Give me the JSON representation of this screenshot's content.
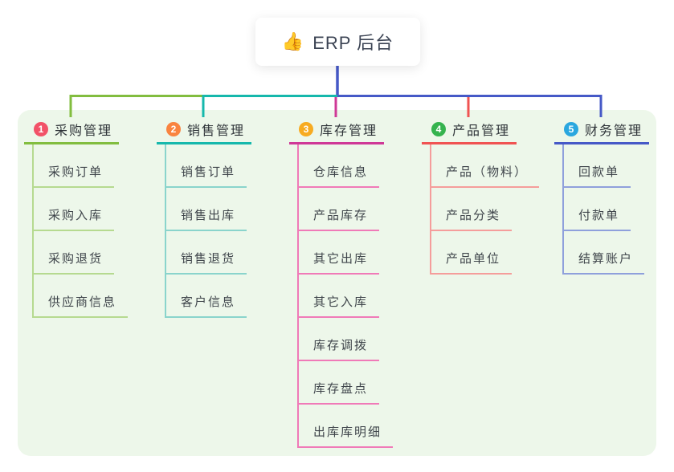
{
  "root": {
    "icon": "👍",
    "title": "ERP 后台"
  },
  "colors": {
    "panel_bg": "#edf7ea",
    "root_connector": "#4659c7"
  },
  "branches": [
    {
      "number": "1",
      "label": "采购管理",
      "badge_color": "#f25268",
      "line_color": "#82bd3f",
      "child_line_color": "#b6da90",
      "children": [
        "采购订单",
        "采购入库",
        "采购退货",
        "供应商信息"
      ]
    },
    {
      "number": "2",
      "label": "销售管理",
      "badge_color": "#f98440",
      "line_color": "#16b8ac",
      "child_line_color": "#8ad4cc",
      "children": [
        "销售订单",
        "销售出库",
        "销售退货",
        "客户信息"
      ]
    },
    {
      "number": "3",
      "label": "库存管理",
      "badge_color": "#f7ab21",
      "line_color": "#cf3897",
      "child_line_color": "#f07ab8",
      "children": [
        "仓库信息",
        "产品库存",
        "其它出库",
        "其它入库",
        "库存调拨",
        "库存盘点",
        "出库库明细"
      ]
    },
    {
      "number": "4",
      "label": "产品管理",
      "badge_color": "#35b34e",
      "line_color": "#f05352",
      "child_line_color": "#f59d9b",
      "children": [
        "产品（物料）",
        "产品分类",
        "产品单位"
      ]
    },
    {
      "number": "5",
      "label": "财务管理",
      "badge_color": "#2aa7df",
      "line_color": "#4659c7",
      "child_line_color": "#8fa0dc",
      "children": [
        "回款单",
        "付款单",
        "结算账户"
      ]
    }
  ]
}
